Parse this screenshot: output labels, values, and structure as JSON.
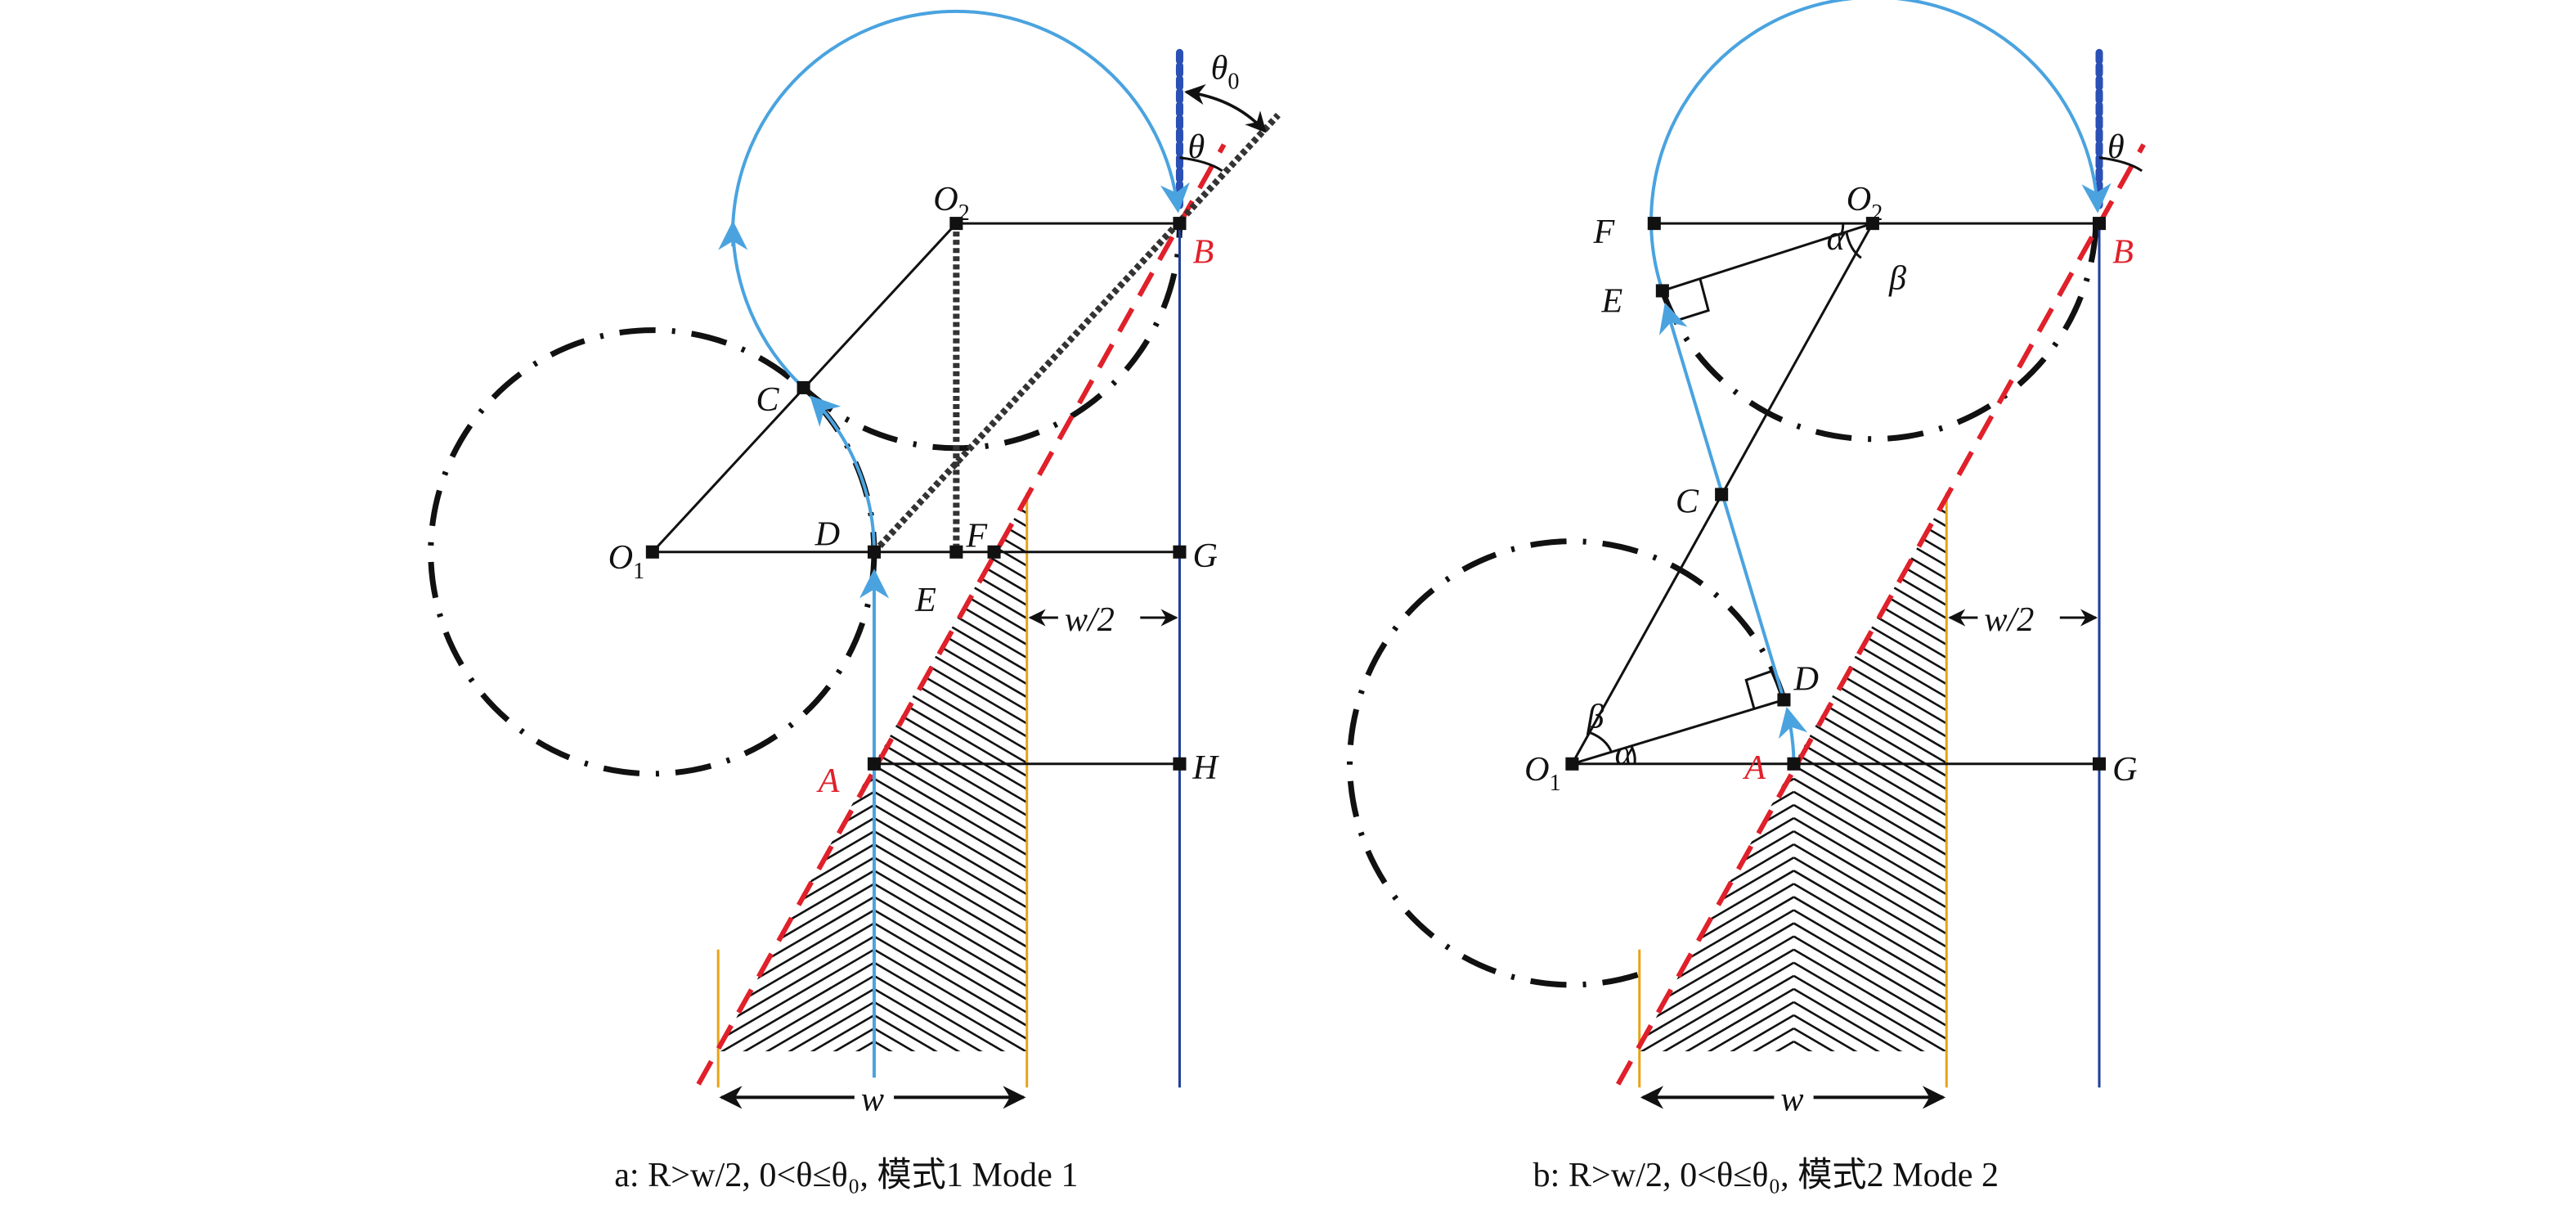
{
  "panel_a": {
    "labels": {
      "O1": {
        "main": "O",
        "sub": "1"
      },
      "O2": {
        "main": "O",
        "sub": "2"
      },
      "A": "A",
      "B": "B",
      "C": "C",
      "D": "D",
      "E": "E",
      "F": "F",
      "G": "G",
      "H": "H",
      "theta": "θ",
      "theta0": {
        "main": "θ",
        "sub": "0"
      },
      "half_width": "w/2",
      "width": "w"
    },
    "caption": "a: R>w/2, 0<θ≤θ₀, 模式1 Mode 1"
  },
  "panel_b": {
    "labels": {
      "O1": {
        "main": "O",
        "sub": "1"
      },
      "O2": {
        "main": "O",
        "sub": "2"
      },
      "A": "A",
      "B": "B",
      "C": "C",
      "D": "D",
      "E": "E",
      "F": "F",
      "G": "G",
      "alpha_top": "α",
      "beta_top": "β",
      "alpha_bottom": "α",
      "beta_bottom": "β",
      "theta": "θ",
      "half_width": "w/2",
      "width": "w"
    },
    "caption": "b: R>w/2, 0<θ≤θ₀, 模式2 Mode 2"
  },
  "colors": {
    "path": "#4aa3df",
    "boundary": "#e0202a",
    "edge": "#e8a317",
    "guide": "#1f3f99",
    "construction": "#111111"
  }
}
